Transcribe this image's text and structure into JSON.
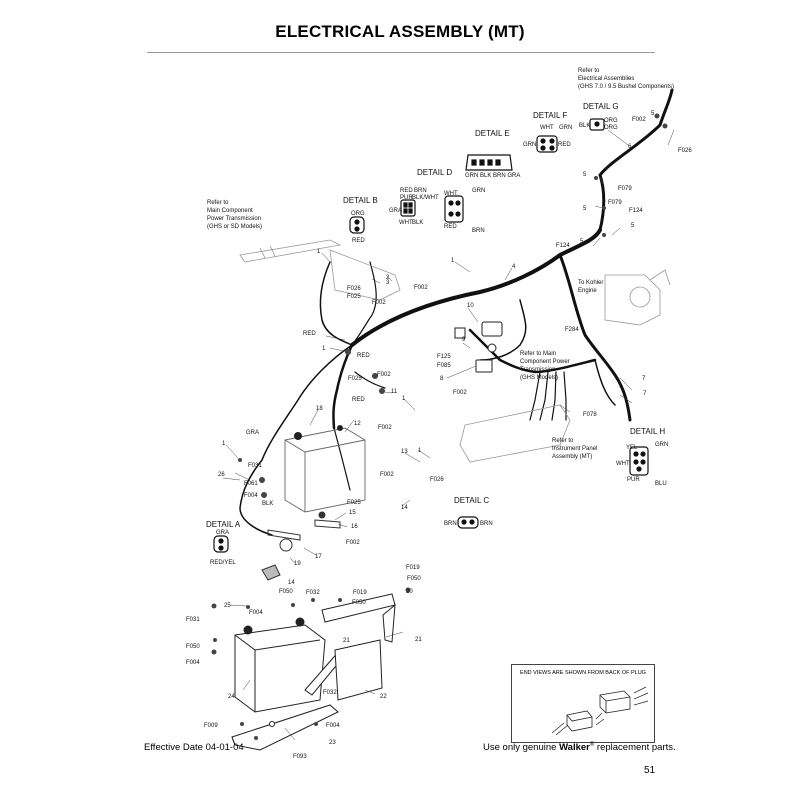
{
  "page": {
    "title": "ELECTRICAL ASSEMBLY (MT)",
    "effective_date": "Effective Date 04-01-04",
    "footer_prefix": "Use only genuine ",
    "footer_brand": "Walker",
    "footer_reg": "®",
    "footer_suffix": " replacement parts.",
    "page_number": "51"
  },
  "notes": {
    "end_views": "END VIEWS ARE SHOWN FROM BACK OF PLUG",
    "refer_electrical_assemblies": [
      "Refer to",
      "Electrical Assemblies",
      "(GHS 7.0 / 9.5 Bushel Components)"
    ],
    "refer_main_component": [
      "Refer to",
      "Main Component",
      "Power Transmission",
      "(GHS or SD Models)"
    ],
    "refer_main_component_ghs": [
      "Refer to Main",
      "Component Power",
      "Transmission",
      "(GHS Models)"
    ],
    "refer_instrument_panel": [
      "Refer to",
      "Instrument Panel",
      "Assembly (MT)"
    ],
    "to_kohler": [
      "To Kohler",
      "Engine"
    ]
  },
  "details": {
    "a": {
      "title": "DETAIL A",
      "labels": [
        "GRA",
        "RED/YEL"
      ]
    },
    "b": {
      "title": "DETAIL B",
      "labels": [
        "ORG",
        "RED"
      ]
    },
    "c": {
      "title": "DETAIL C",
      "labels": [
        "BRN",
        "BRN"
      ]
    },
    "d": {
      "title": "DETAIL D",
      "labels": [
        "RED",
        "BRN",
        "PUR",
        "BLK/WHT",
        "GRA",
        "WHT",
        "BLK"
      ]
    },
    "e": {
      "title": "DETAIL E",
      "labels": [
        "GRN BLK BRN GRA"
      ]
    },
    "f": {
      "title": "DETAIL F",
      "labels": [
        "WHT",
        "GRN",
        "GRN",
        "RED"
      ]
    },
    "g": {
      "title": "DETAIL G",
      "labels": [
        "BLK",
        "ORG",
        "ORG"
      ]
    },
    "h": {
      "title": "DETAIL H",
      "labels": [
        "GRN",
        "YEL",
        "WHT",
        "PUR",
        "BLU"
      ]
    },
    "e_right": {
      "labels": [
        "WHT",
        "GRN",
        "RED",
        "BRN"
      ]
    }
  },
  "callouts": [
    {
      "id": "c1a",
      "text": "1"
    },
    {
      "id": "c1b",
      "text": "1"
    },
    {
      "id": "c1c",
      "text": "1"
    },
    {
      "id": "c1d",
      "text": "1"
    },
    {
      "id": "c1e",
      "text": "1"
    },
    {
      "id": "c1f",
      "text": "1"
    },
    {
      "id": "c2",
      "text": "2"
    },
    {
      "id": "c3",
      "text": "3"
    },
    {
      "id": "c4",
      "text": "4"
    },
    {
      "id": "c5a",
      "text": "5"
    },
    {
      "id": "c5b",
      "text": "5"
    },
    {
      "id": "c5c",
      "text": "5"
    },
    {
      "id": "c5d",
      "text": "5"
    },
    {
      "id": "c5e",
      "text": "5"
    },
    {
      "id": "c6",
      "text": "6"
    },
    {
      "id": "c7a",
      "text": "7"
    },
    {
      "id": "c7b",
      "text": "7"
    },
    {
      "id": "c8",
      "text": "8"
    },
    {
      "id": "c9",
      "text": "9"
    },
    {
      "id": "c10",
      "text": "10"
    },
    {
      "id": "c11",
      "text": "11"
    },
    {
      "id": "c12",
      "text": "12"
    },
    {
      "id": "c13",
      "text": "13"
    },
    {
      "id": "c14a",
      "text": "14"
    },
    {
      "id": "c14b",
      "text": "14"
    },
    {
      "id": "c15",
      "text": "15"
    },
    {
      "id": "c16",
      "text": "16"
    },
    {
      "id": "c17",
      "text": "17"
    },
    {
      "id": "c18",
      "text": "18"
    },
    {
      "id": "c19",
      "text": "19"
    },
    {
      "id": "c20",
      "text": "20"
    },
    {
      "id": "c21a",
      "text": "21"
    },
    {
      "id": "c21b",
      "text": "21"
    },
    {
      "id": "c22",
      "text": "22"
    },
    {
      "id": "c23",
      "text": "23"
    },
    {
      "id": "c24",
      "text": "24"
    },
    {
      "id": "c25",
      "text": "25"
    },
    {
      "id": "c26",
      "text": "26"
    },
    {
      "id": "f002a",
      "text": "F002"
    },
    {
      "id": "f002b",
      "text": "F002"
    },
    {
      "id": "f002c",
      "text": "F002"
    },
    {
      "id": "f002d",
      "text": "F002"
    },
    {
      "id": "f002e",
      "text": "F002"
    },
    {
      "id": "f002f",
      "text": "F002"
    },
    {
      "id": "f002g",
      "text": "F002"
    },
    {
      "id": "f002h",
      "text": "F002"
    },
    {
      "id": "f004a",
      "text": "F004"
    },
    {
      "id": "f004b",
      "text": "F004"
    },
    {
      "id": "f004c",
      "text": "F004"
    },
    {
      "id": "f004d",
      "text": "F004"
    },
    {
      "id": "f009",
      "text": "F009"
    },
    {
      "id": "f019a",
      "text": "F019"
    },
    {
      "id": "f019b",
      "text": "F019"
    },
    {
      "id": "f025a",
      "text": "F025"
    },
    {
      "id": "f025b",
      "text": "F025"
    },
    {
      "id": "f025c",
      "text": "F025"
    },
    {
      "id": "f026a",
      "text": "F026"
    },
    {
      "id": "f026b",
      "text": "F026"
    },
    {
      "id": "f026c",
      "text": "F026"
    },
    {
      "id": "f031a",
      "text": "F031"
    },
    {
      "id": "f031b",
      "text": "F031"
    },
    {
      "id": "f032a",
      "text": "F032"
    },
    {
      "id": "f032b",
      "text": "F032"
    },
    {
      "id": "f050a",
      "text": "F050"
    },
    {
      "id": "f050b",
      "text": "F050"
    },
    {
      "id": "f050c",
      "text": "F050"
    },
    {
      "id": "f050d",
      "text": "F050"
    },
    {
      "id": "f061",
      "text": "F061"
    },
    {
      "id": "f078",
      "text": "F078"
    },
    {
      "id": "f079a",
      "text": "F079"
    },
    {
      "id": "f079b",
      "text": "F079"
    },
    {
      "id": "f085",
      "text": "F085"
    },
    {
      "id": "f093",
      "text": "F093"
    },
    {
      "id": "f124a",
      "text": "F124"
    },
    {
      "id": "f124b",
      "text": "F124"
    },
    {
      "id": "f125",
      "text": "F125"
    },
    {
      "id": "f284",
      "text": "F284"
    },
    {
      "id": "red1",
      "text": "RED"
    },
    {
      "id": "red2",
      "text": "RED"
    },
    {
      "id": "red3",
      "text": "RED"
    },
    {
      "id": "gra1",
      "text": "GRA"
    },
    {
      "id": "blk1",
      "text": "BLK"
    }
  ]
}
